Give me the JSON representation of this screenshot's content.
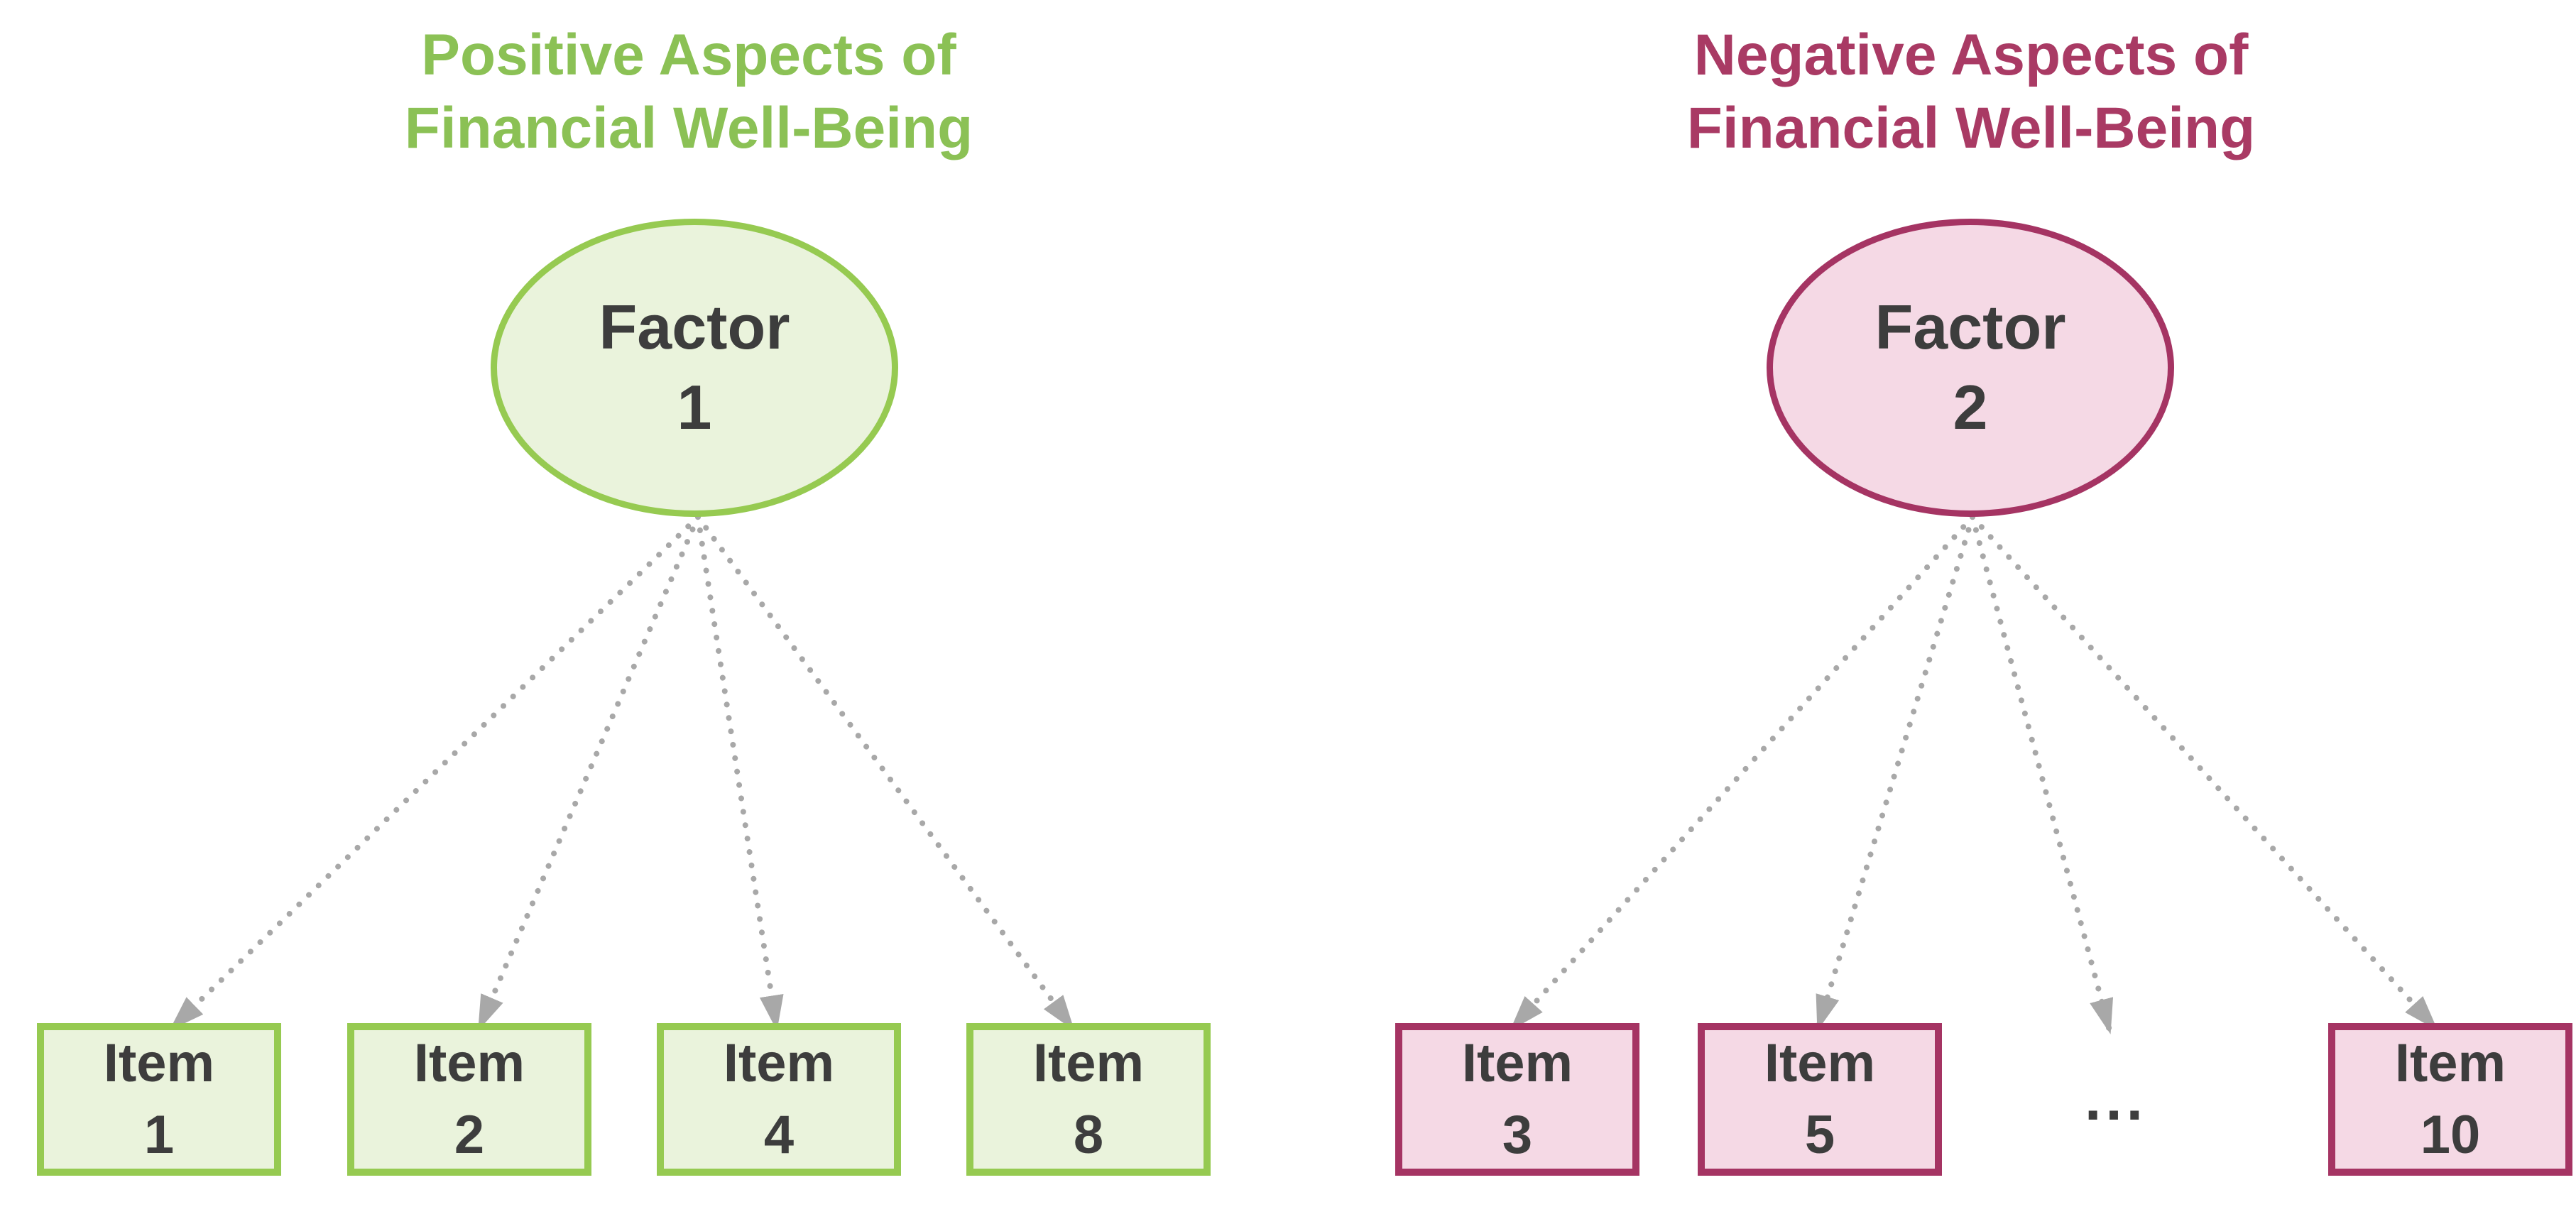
{
  "colors": {
    "green-title": "#8bc155",
    "green-border": "#96ca51",
    "green-fill": "#eaf3dc",
    "pink-title": "#a93a64",
    "pink-border": "#a53463",
    "pink-fill": "#f5d9e5",
    "arrow-gray": "#a8a8a8",
    "node-text": "#3d3d3d"
  },
  "groups": [
    {
      "id": "positive",
      "title": "Positive Aspects of\nFinancial Well-Being",
      "factor_label": "Factor\n1",
      "items": [
        {
          "label": "Item\n1"
        },
        {
          "label": "Item\n2"
        },
        {
          "label": "Item\n4"
        },
        {
          "label": "Item\n8"
        }
      ]
    },
    {
      "id": "negative",
      "title": "Negative Aspects of\nFinancial Well-Being",
      "factor_label": "Factor\n2",
      "items": [
        {
          "label": "Item\n3"
        },
        {
          "label": "Item\n5"
        },
        {
          "label": "..."
        },
        {
          "label": "Item\n10"
        }
      ]
    }
  ]
}
